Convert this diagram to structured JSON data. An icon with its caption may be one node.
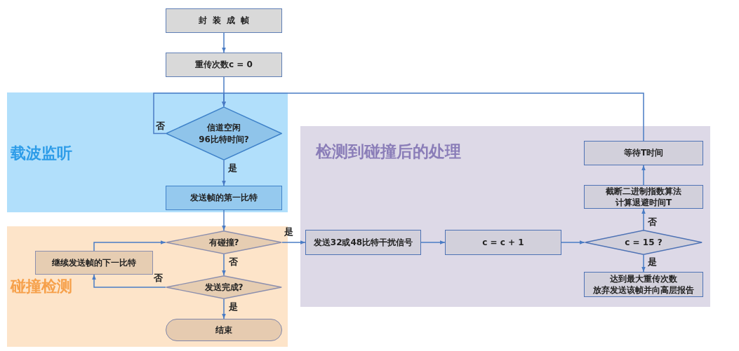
{
  "diagram": {
    "nodes": [
      {
        "text": [
          "封装成帧"
        ]
      },
      {
        "text": [
          "重传次数c = 0"
        ]
      },
      {
        "text": [
          "载波监听"
        ]
      },
      {
        "text": [
          "信道空闲96比特时间?"
        ],
        "in": 2
      },
      {
        "text": [
          "发送帧的第一比特"
        ],
        "in": 2
      },
      {
        "text": [
          "碰撞检测"
        ]
      },
      {
        "text": [
          "有碰撞?"
        ],
        "in": 5
      },
      {
        "text": [
          "继续发送帧的下一比特"
        ],
        "in": 5
      },
      {
        "text": [
          "发送完成?"
        ],
        "in": 5
      },
      {
        "text": [
          "结束"
        ],
        "in": 5
      },
      {
        "text": [
          "检测到碰撞后的处理"
        ]
      },
      {
        "text": [
          "等待T时间"
        ],
        "in": 10
      },
      {
        "text": [
          "截断二进制指数算法计算退避时间T"
        ],
        "in": 10
      },
      {
        "text": [
          "发送32或48比特干扰信号"
        ],
        "in": 10
      },
      {
        "text": [
          "c = c + 1"
        ],
        "in": 10
      },
      {
        "text": [
          "c = 15 ?"
        ],
        "in": 10
      },
      {
        "text": [
          "达到最大重传次数放弃发送该帧并向高层报告"
        ],
        "in": 10
      }
    ],
    "edges": [
      {
        "from": 0,
        "to": 1,
        "arrow": "to"
      },
      {
        "from": 1,
        "to": 3,
        "arrow": "to"
      },
      {
        "from": 3,
        "to": 3,
        "arrow": "to",
        "label": "否"
      },
      {
        "from": 11,
        "to": 3,
        "arrow": "to"
      },
      {
        "from": 3,
        "to": 4,
        "arrow": "to",
        "label": "是"
      },
      {
        "from": 4,
        "to": 6,
        "arrow": "to"
      },
      {
        "from": 6,
        "to": 13,
        "arrow": "to",
        "label": "是"
      },
      {
        "from": 6,
        "to": 8,
        "arrow": "to",
        "label": "否"
      },
      {
        "from": 8,
        "to": 7,
        "arrow": "to",
        "label": "否"
      },
      {
        "from": 7,
        "to": 6,
        "arrow": "to"
      },
      {
        "from": 8,
        "to": 9,
        "arrow": "to",
        "label": "是"
      },
      {
        "from": 13,
        "to": 14,
        "arrow": "to"
      },
      {
        "from": 14,
        "to": 15,
        "arrow": "to"
      },
      {
        "from": 15,
        "to": 12,
        "arrow": "to",
        "label": "否"
      },
      {
        "from": 12,
        "to": 11,
        "arrow": "to"
      },
      {
        "from": 15,
        "to": 16,
        "arrow": "to",
        "label": "是"
      }
    ]
  }
}
